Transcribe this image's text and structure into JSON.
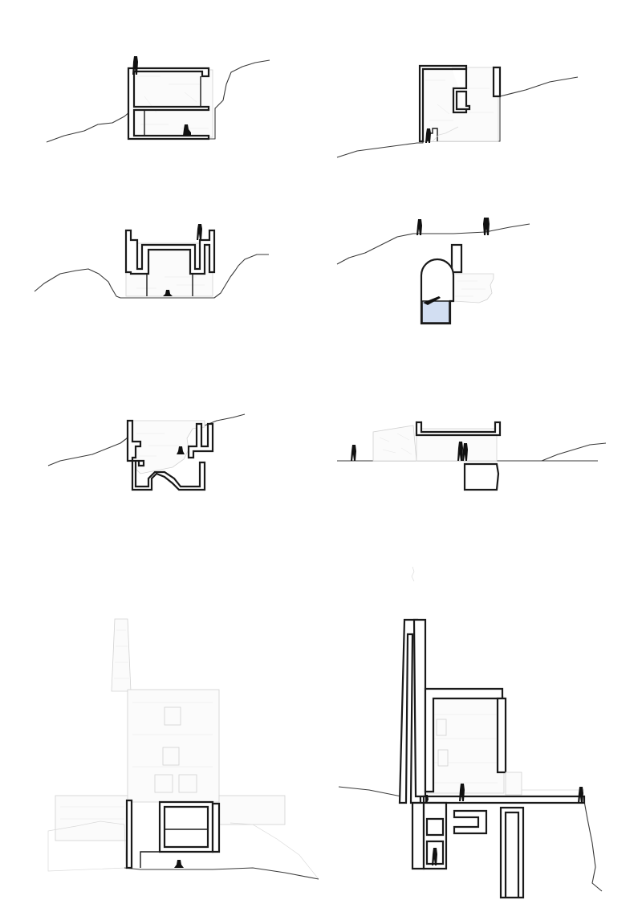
{
  "sheet": {
    "background": "#ffffff",
    "line_color": "#1a1a1a",
    "ghost_color": "#d2d2d2",
    "water_color": "#d2def2",
    "figure_color": "#111111"
  },
  "sections": [
    {
      "id": "section-1",
      "figures": 2,
      "water": false
    },
    {
      "id": "section-2",
      "figures": 1,
      "water": false
    },
    {
      "id": "section-3",
      "figures": 2,
      "water": false
    },
    {
      "id": "section-4",
      "figures": 3,
      "water": true
    },
    {
      "id": "section-5",
      "figures": 1,
      "water": false
    },
    {
      "id": "section-6",
      "figures": 3,
      "water": false
    },
    {
      "id": "section-7",
      "figures": 1,
      "water": false
    },
    {
      "id": "section-8",
      "figures": 4,
      "water": false
    }
  ]
}
